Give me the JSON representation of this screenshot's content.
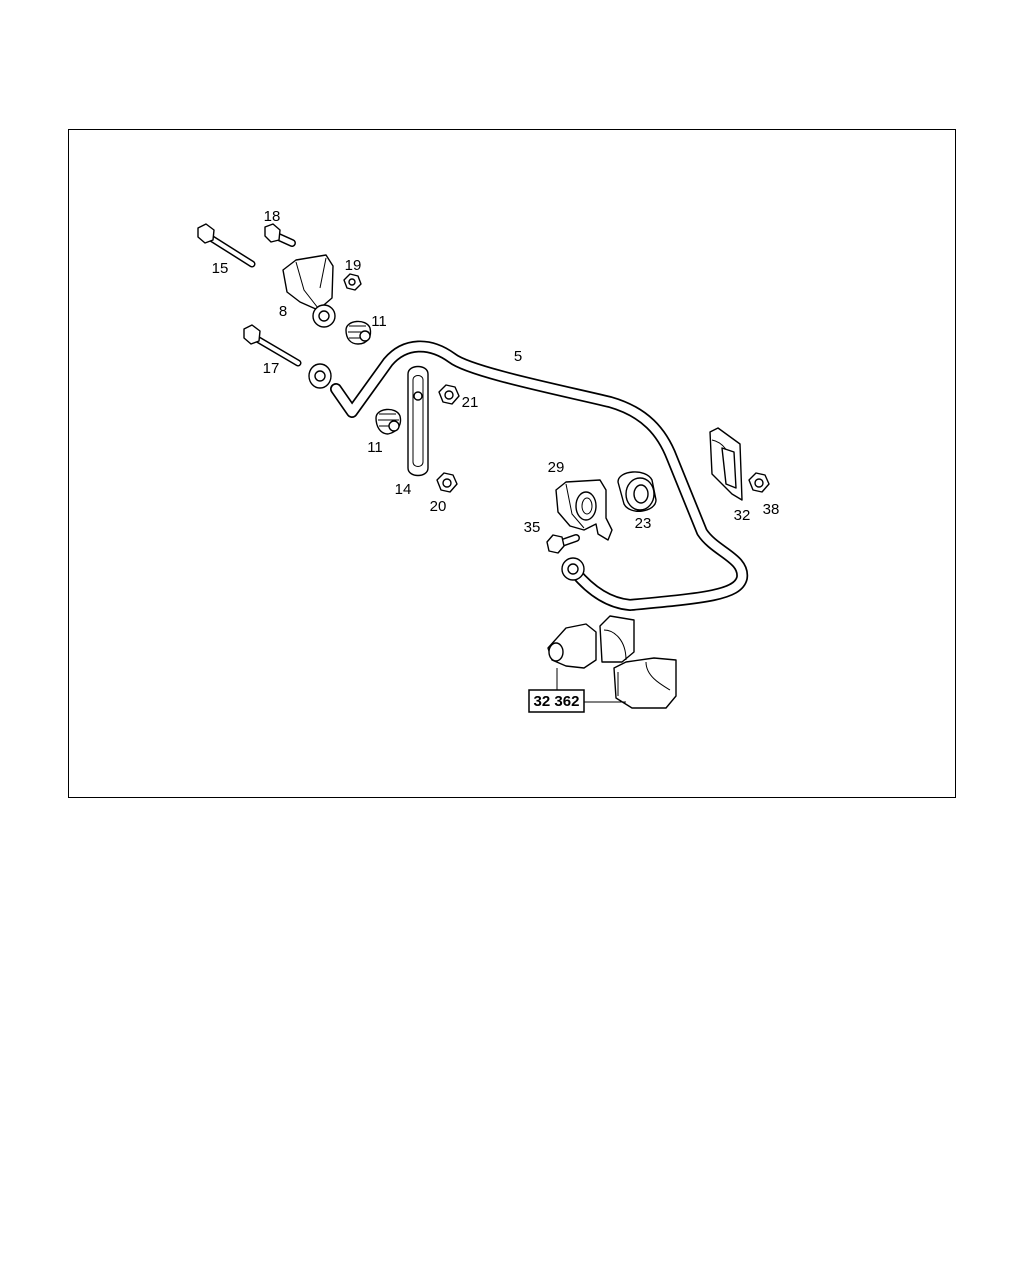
{
  "diagram": {
    "labels": {
      "p5": "5",
      "p8": "8",
      "p11a": "11",
      "p11b": "11",
      "p14": "14",
      "p15": "15",
      "p17": "17",
      "p18": "18",
      "p19": "19",
      "p20": "20",
      "p21": "21",
      "p23": "23",
      "p29": "29",
      "p32": "32",
      "p35": "35",
      "p38": "38"
    },
    "reference_box": "32 362"
  }
}
